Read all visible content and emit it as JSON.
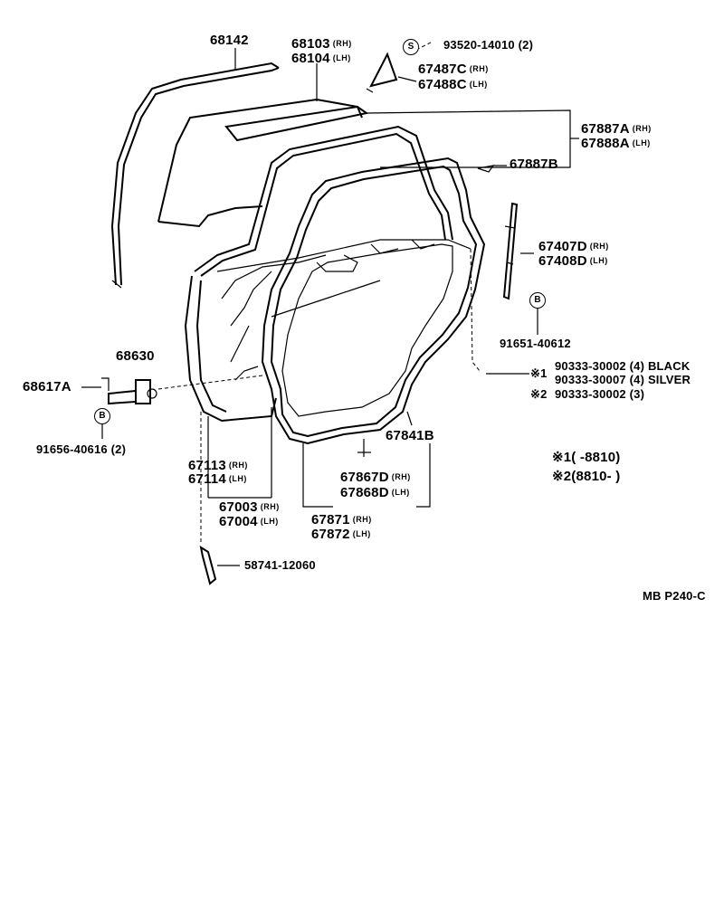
{
  "labels": {
    "p68142": "68142",
    "p68103": "68103",
    "p68104": "68104",
    "p93520": "93520-14010 (2)",
    "p67487C": "67487C",
    "p67488C": "67488C",
    "p67887A": "67887A",
    "p67888A": "67888A",
    "p67887B": "67887B",
    "p67407D": "67407D",
    "p67408D": "67408D",
    "p91651": "91651-40612",
    "p90333_1a": "90333-30002 (4) BLACK",
    "p90333_1b": "90333-30007 (4) SILVER",
    "p90333_2": "90333-30002 (3)",
    "p68630": "68630",
    "p68617A": "68617A",
    "p91656": "91656-40616 (2)",
    "p67841B": "67841B",
    "p67113": "67113",
    "p67114": "67114",
    "p67003": "67003",
    "p67004": "67004",
    "p67867D": "67867D",
    "p67868D": "67868D",
    "p67871": "67871",
    "p67872": "67872",
    "p58741": "58741-12060",
    "note1": "※1(          -8810)",
    "note2": "※2(8810-           )",
    "mark1": "※1",
    "mark2": "※2",
    "ref": "MB  P240-C"
  },
  "side": {
    "rh": "(RH)",
    "lh": "(LH)"
  },
  "symbols": {
    "s": "S",
    "b": "B"
  }
}
